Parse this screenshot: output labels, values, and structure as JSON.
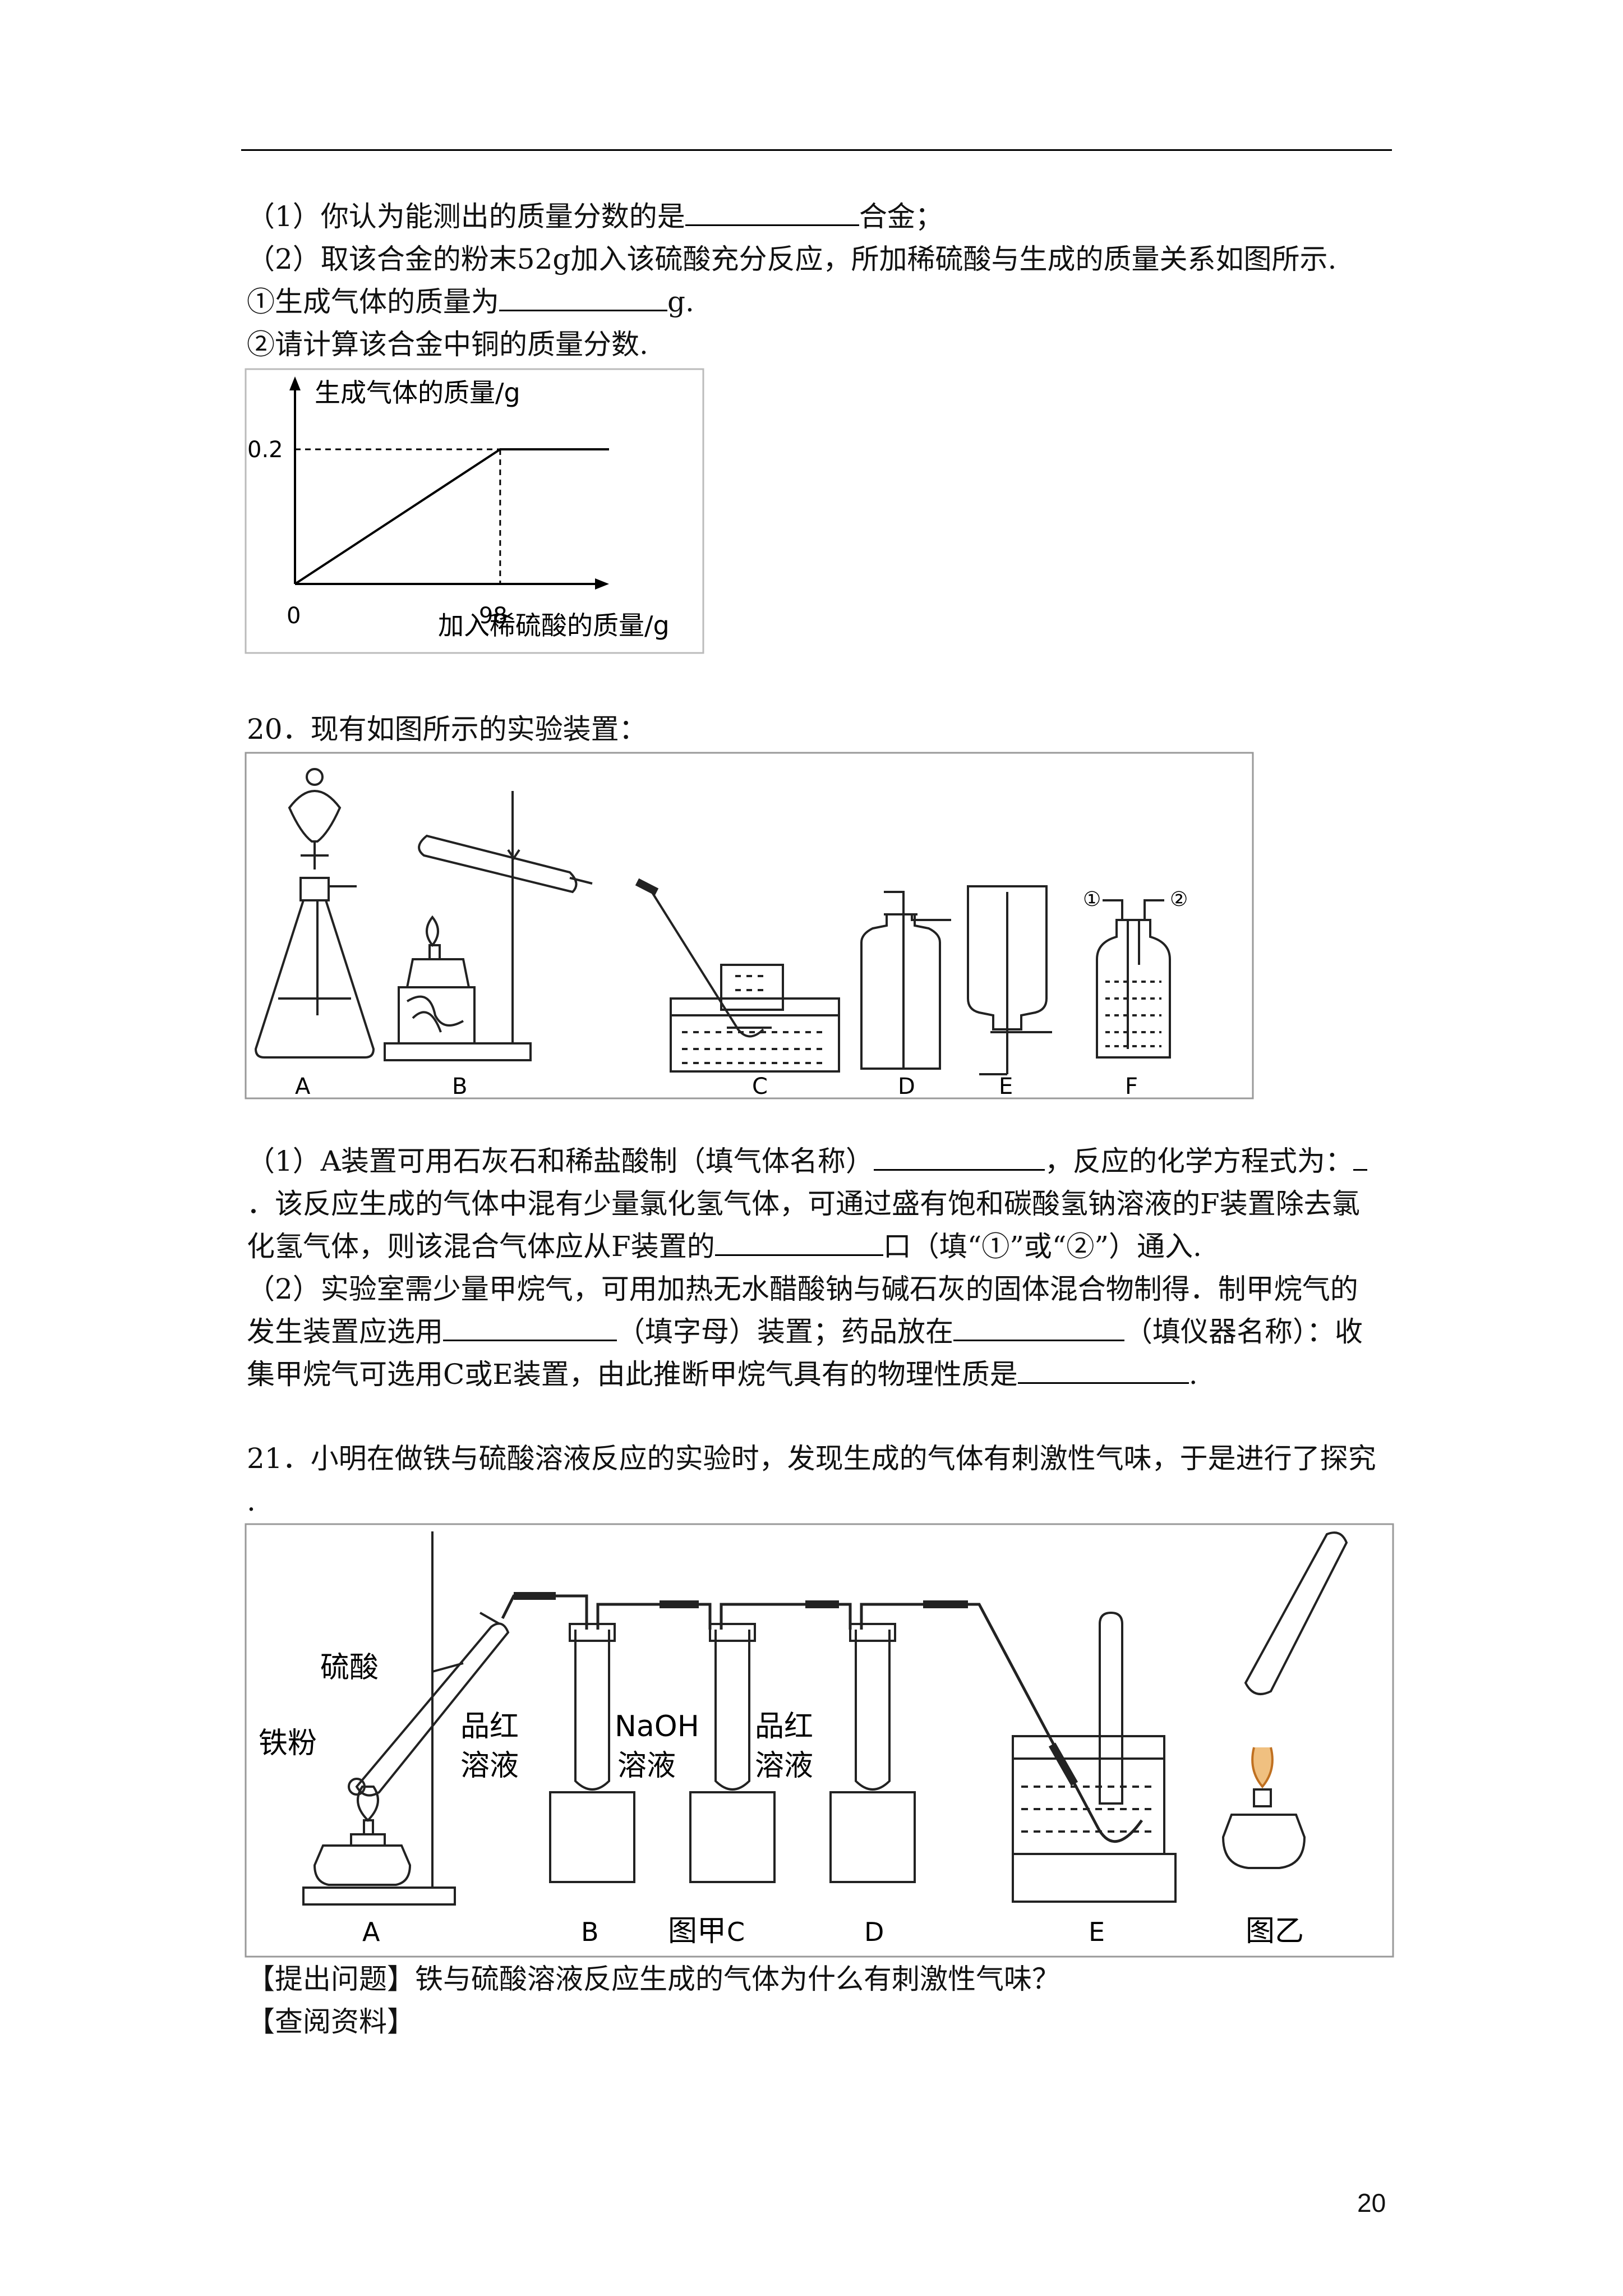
{
  "q19": {
    "p1_pre": "（1）你认为能测出的质量分数的是",
    "p1_post": "合金；",
    "p2": "（2）取该合金的粉末52g加入该硫酸充分反应，所加稀硫酸与生成的质量关系如图所示.",
    "p3_pre": "①生成气体的质量为",
    "p3_post": "g.",
    "p4": "②请计算该合金中铜的质量分数."
  },
  "chart_data": {
    "type": "line",
    "ylabel": "生成气体的质量/g",
    "xlabel": "加入稀硫酸的质量/g",
    "x": [
      0,
      98,
      150
    ],
    "y": [
      0,
      0.2,
      0.2
    ],
    "xticks": [
      "0",
      "98"
    ],
    "yticks": [
      "0.2"
    ],
    "xlim": [
      0,
      150
    ],
    "ylim": [
      0,
      0.3
    ],
    "grid": false
  },
  "q20": {
    "title": "20．现有如图所示的实验装置：",
    "labels": [
      "A",
      "B",
      "C",
      "D",
      "E",
      "F"
    ],
    "port1": "①",
    "port2": "②",
    "l1_pre": "（1）A装置可用石灰石和稀盐酸制（填气体名称）",
    "l1_post": "，反应的化学方程式为：",
    "l2": "．该反应生成的气体中混有少量氯化氢气体，可通过盛有饱和碳酸氢钠溶液的F装置除去氯",
    "l3_pre": "化氢气体，则该混合气体应从F装置的",
    "l3_post": "口（填“①”或“②”）通入.",
    "l4": "（2）实验室需少量甲烷气，可用加热无水醋酸钠与碱石灰的固体混合物制得．制甲烷气的",
    "l5_pre": "发生装置应选用",
    "l5_mid": "（填字母）装置；药品放在",
    "l5_post": "（填仪器名称）：收",
    "l6_pre": "集甲烷气可选用C或E装置，由此推断甲烷气具有的物理性质是",
    "l6_post": "."
  },
  "q21": {
    "title": "21．小明在做铁与硫酸溶液反应的实验时，发现生成的气体有刺激性气味，于是进行了探究",
    "title_end": ".",
    "sulfuric": "硫酸",
    "iron": "铁粉",
    "pinred": "品红",
    "naoh": "NaOH",
    "solution": "溶液",
    "labels": [
      "A",
      "B",
      "C",
      "D",
      "E"
    ],
    "fig_a": "图甲",
    "fig_b": "图乙",
    "ask": "【提出问题】铁与硫酸溶液反应生成的气体为什么有刺激性气味？",
    "consult": "【查阅资料】"
  },
  "page_number": "20"
}
